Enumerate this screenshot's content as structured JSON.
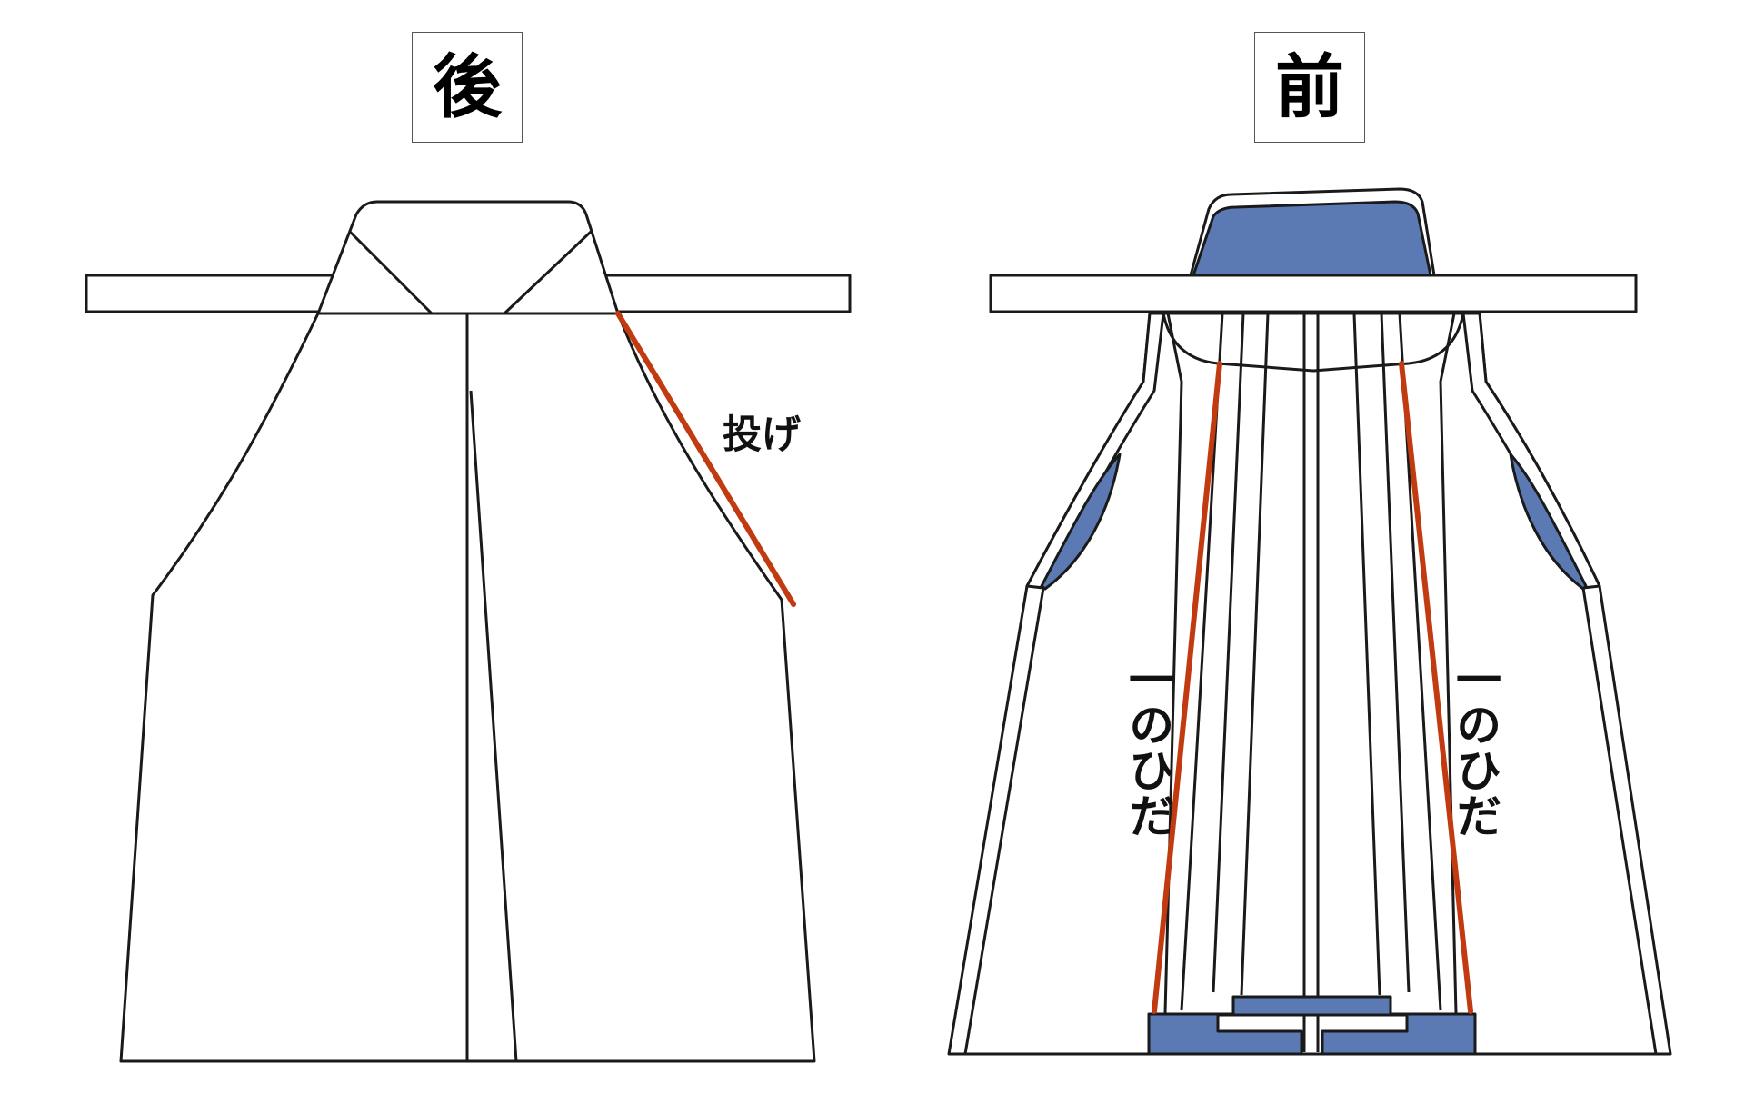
{
  "panels": {
    "back": {
      "title": "後"
    },
    "front": {
      "title": "前"
    }
  },
  "annotations": {
    "nage": "投げ",
    "ichi_no_hida_left": "一のひだ",
    "ichi_no_hida_right": "一のひだ"
  },
  "colors": {
    "outline": "#1a1a1a",
    "fill": "#ffffff",
    "lining_blue": "#5b7ab3",
    "highlight_red": "#c23a10"
  }
}
